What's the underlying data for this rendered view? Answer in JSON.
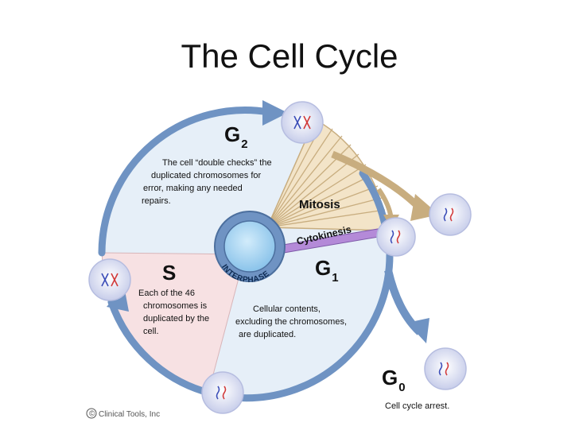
{
  "title": "The Cell Cycle",
  "phases": {
    "g2": {
      "label": "G",
      "sub": "2",
      "description": [
        "The cell “double checks” the",
        "duplicated chromosomes for",
        "error, making any needed",
        "repairs."
      ]
    },
    "s": {
      "label": "S",
      "description": [
        "Each of the 46",
        "chromosomes is",
        "duplicated by the",
        "cell."
      ]
    },
    "g1": {
      "label": "G",
      "sub": "1",
      "description": [
        "Cellular contents,",
        "excluding the chromosomes,",
        "are duplicated."
      ]
    },
    "g0": {
      "label": "G",
      "sub": "0",
      "description": "Cell cycle arrest."
    }
  },
  "mitosis": "Mitosis",
  "cytokinesis": "Cytokinesis",
  "interphase": "INTERPHASE",
  "credit": "Clinical Tools, Inc",
  "credit_symbol": "©",
  "colors": {
    "ring": "#6f93c3",
    "ring_fill": "#e6eff8",
    "s_fill": "#f7e1e3",
    "mitosis_fill": "#f3e4c8",
    "mitosis_arrow": "#c8ad7f",
    "cytokinesis": "#b48ad8",
    "cell_fill": "#e0e4f6",
    "center_fill": "#a8d4f0"
  }
}
